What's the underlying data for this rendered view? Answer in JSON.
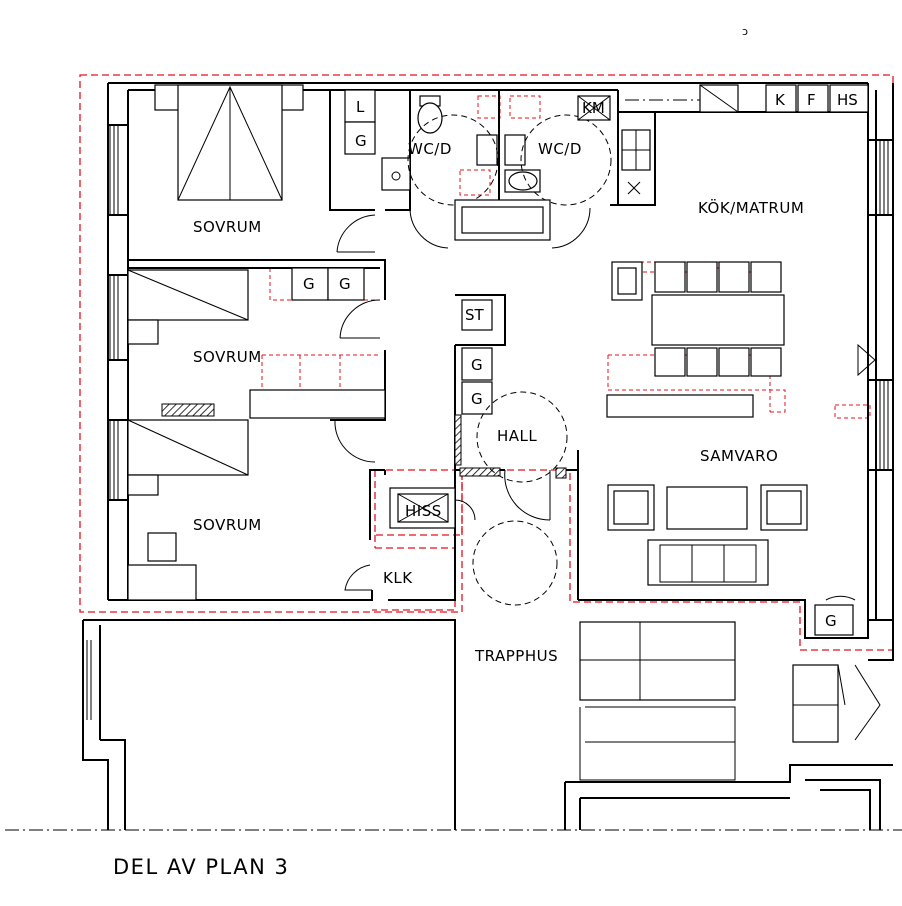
{
  "plan_title": "DEL AV PLAN 3",
  "corner_mark": "ɔ",
  "rooms": {
    "sovrum_1": "SOVRUM",
    "sovrum_2": "SOVRUM",
    "sovrum_3": "SOVRUM",
    "wc_1": "WC/D",
    "wc_2": "WC/D",
    "kok": "KÖK/MATRUM",
    "hall": "HALL",
    "samvaro": "SAMVARO",
    "trapphus": "TRAPPHUS",
    "hiss": "HISS",
    "klk": "KLK"
  },
  "fixtures": {
    "l": "L",
    "g_wc": "G",
    "km": "KM",
    "k": "K",
    "f": "F",
    "hs": "HS",
    "g_wardrobe_1": "G",
    "g_wardrobe_2": "G",
    "st": "ST",
    "g_hall_1": "G",
    "g_hall_2": "G",
    "g_corner": "G"
  }
}
